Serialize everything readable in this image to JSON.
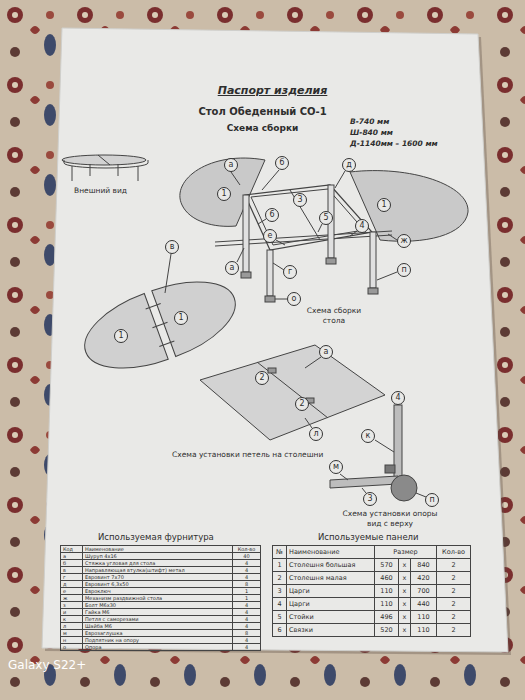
{
  "diagram": {
    "title": "Паспорт изделия",
    "nodes": [
      {
        "text": [
          "а"
        ]
      },
      {
        "text": [
          "б"
        ]
      },
      {
        "text": [
          "д"
        ]
      },
      {
        "text": [
          "1"
        ]
      },
      {
        "text": [
          "3"
        ]
      },
      {
        "text": [
          "1"
        ]
      },
      {
        "text": [
          "6"
        ]
      },
      {
        "text": [
          "5"
        ]
      },
      {
        "text": [
          "4"
        ]
      },
      {
        "text": [
          "е"
        ]
      },
      {
        "text": [
          "ж"
        ]
      },
      {
        "text": [
          "в"
        ]
      },
      {
        "text": [
          "а"
        ]
      },
      {
        "text": [
          "п"
        ]
      },
      {
        "text": [
          "г"
        ]
      },
      {
        "text": [
          "о"
        ]
      },
      {
        "text": [
          "1"
        ]
      },
      {
        "text": [
          "1"
        ]
      },
      {
        "text": [
          "а"
        ]
      },
      {
        "text": [
          "2"
        ]
      },
      {
        "text": [
          "2"
        ]
      },
      {
        "text": [
          "4"
        ]
      },
      {
        "text": [
          "л"
        ]
      },
      {
        "text": [
          "к"
        ]
      },
      {
        "text": [
          "м"
        ]
      },
      {
        "text": [
          "3"
        ]
      },
      {
        "text": [
          "п"
        ]
      }
    ],
    "labels": [
      "Стол Обеденный СО-1",
      "Схема сборки",
      "В-740 мм",
      "Ш-840 мм",
      "Д-1140мм – 1600 мм",
      "Внешний вид",
      "Схема сборки стола",
      "Схема установки петель на столешни",
      "Схема установки опоры вид с верху",
      "Используемая фурнитура",
      "Используемые панели",
      "Код",
      "Наименование",
      "Кол-во",
      "а",
      "Шуруп 4х16",
      "40",
      "б",
      "Стяжка угловая для стола",
      "4",
      "в",
      "Направляющая втулка(штифт) метал",
      "4",
      "г",
      "Евровинт 7х70",
      "4",
      "д",
      "Евровинт 6,3х50",
      "8",
      "е",
      "Евроключ",
      "1",
      "ж",
      "Механизм раздвижной стола",
      "1",
      "з",
      "Болт М6х30",
      "4",
      "и",
      "Гайка М6",
      "4",
      "к",
      "Петля с саморезами",
      "4",
      "л",
      "Шайба М6",
      "4",
      "м",
      "Еврозаглушка",
      "8",
      "н",
      "Подпятник на опору",
      "4",
      "о",
      "Опора",
      "4",
      "№",
      "Наименование",
      "Размер",
      "Кол-во",
      "1",
      "Столешня большая",
      "570",
      "x",
      "840",
      "2",
      "2",
      "Столешня малая",
      "460",
      "x",
      "420",
      "2",
      "3",
      "Царги",
      "110",
      "x",
      "700",
      "2",
      "4",
      "Царги",
      "110",
      "x",
      "440",
      "2",
      "5",
      "Стойки",
      "496",
      "x",
      "110",
      "2",
      "6",
      "Связки",
      "520",
      "x",
      "110",
      "2",
      "Galaxy S22+"
    ]
  }
}
